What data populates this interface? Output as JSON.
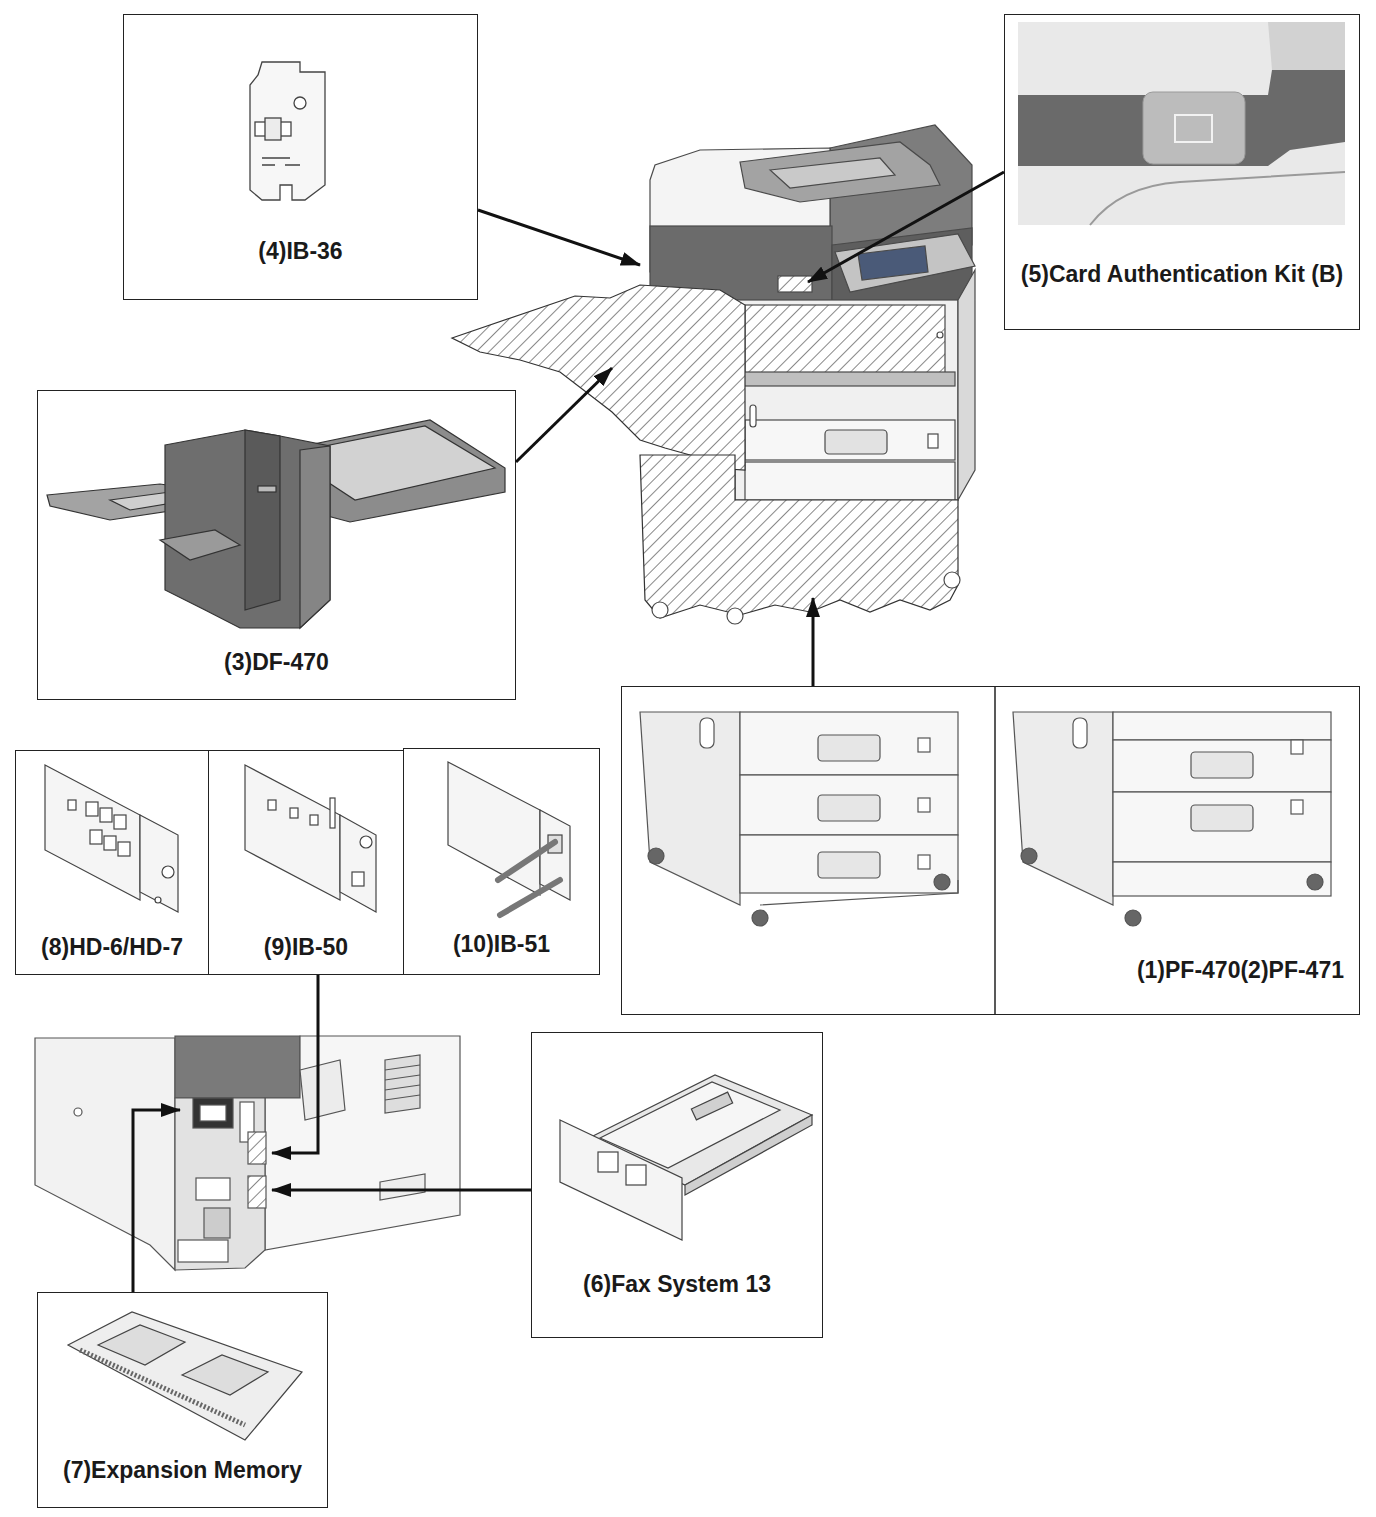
{
  "diagram": {
    "nodes": [
      {
        "text": [
          "(4)IB-36"
        ]
      },
      {
        "text": [
          "(5)Card Authentication Kit (B)"
        ]
      },
      {
        "text": [
          "(3)DF-470"
        ]
      },
      {
        "text": [
          "(1)PF-470(2)PF-471"
        ]
      },
      {
        "text": [
          "(8)HD-6/HD-7"
        ]
      },
      {
        "text": [
          "(9)IB-50"
        ]
      },
      {
        "text": [
          "(10)IB-51"
        ]
      },
      {
        "text": [
          "(6)Fax System 13"
        ]
      },
      {
        "text": [
          "(7)Expansion Memory"
        ]
      }
    ]
  }
}
